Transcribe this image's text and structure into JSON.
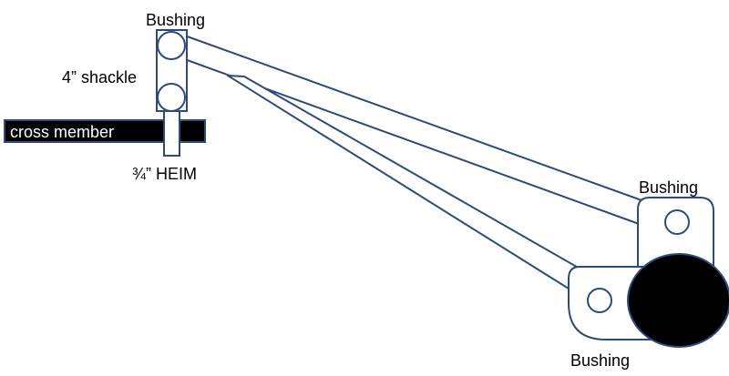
{
  "labels": {
    "bushing_top": "Bushing",
    "shackle": "4” shackle",
    "cross_member": "cross member",
    "heim": "¾” HEIM",
    "bushing_right": "Bushing",
    "bushing_bottom": "Bushing"
  },
  "colors": {
    "outline": "#2f4a7a",
    "fill": "#ffffff",
    "cross_member": "#000000",
    "tire": "#000000",
    "text": "#000000"
  }
}
